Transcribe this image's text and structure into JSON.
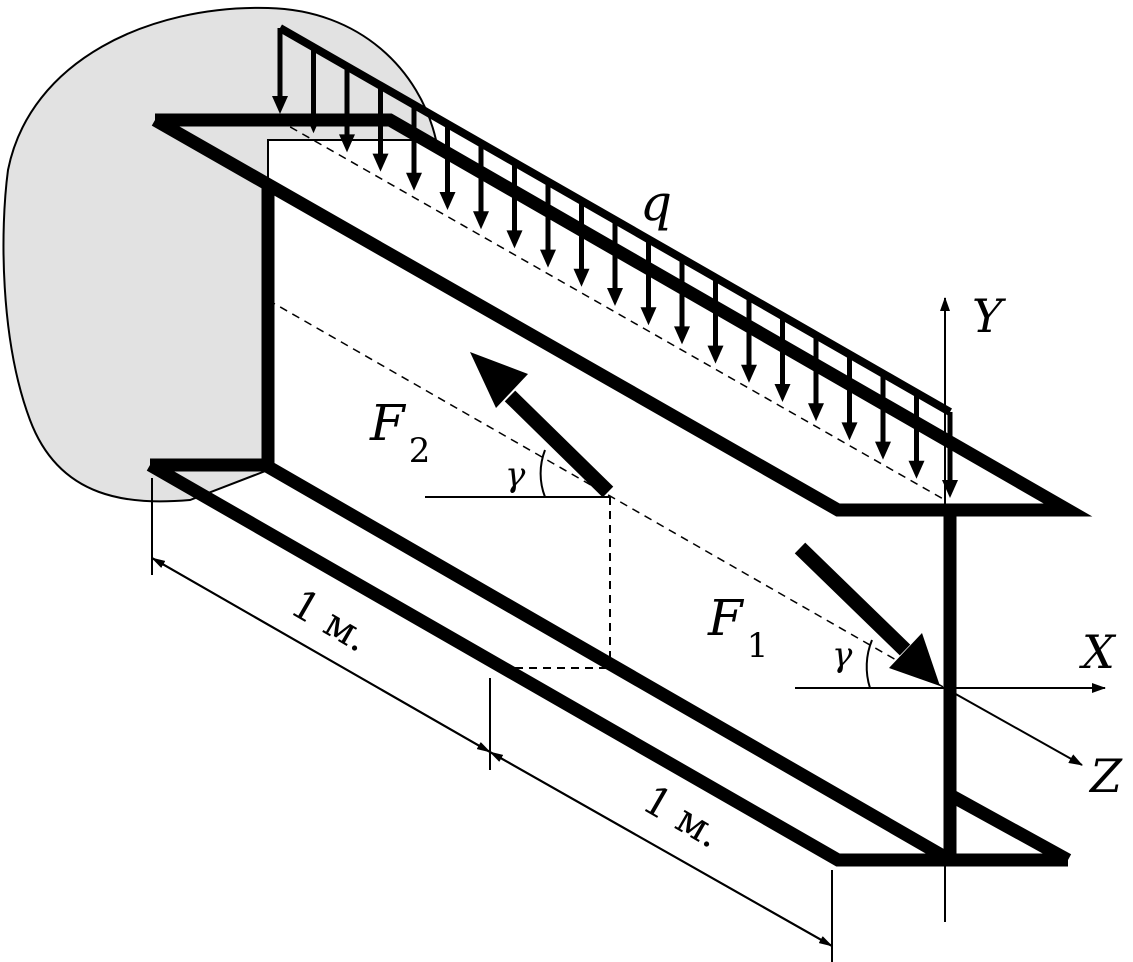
{
  "labels": {
    "q": "q",
    "F2_main": "F",
    "F2_sub": "2",
    "F1_main": "F",
    "F1_sub": "1",
    "gamma_left": "γ",
    "gamma_right": "γ",
    "axis_x": "X",
    "axis_y": "Y",
    "axis_z": "Z",
    "dim_1": "1 м.",
    "dim_2": "1 м."
  },
  "colors": {
    "ink": "#000000",
    "wall": "#e2e2e2"
  }
}
